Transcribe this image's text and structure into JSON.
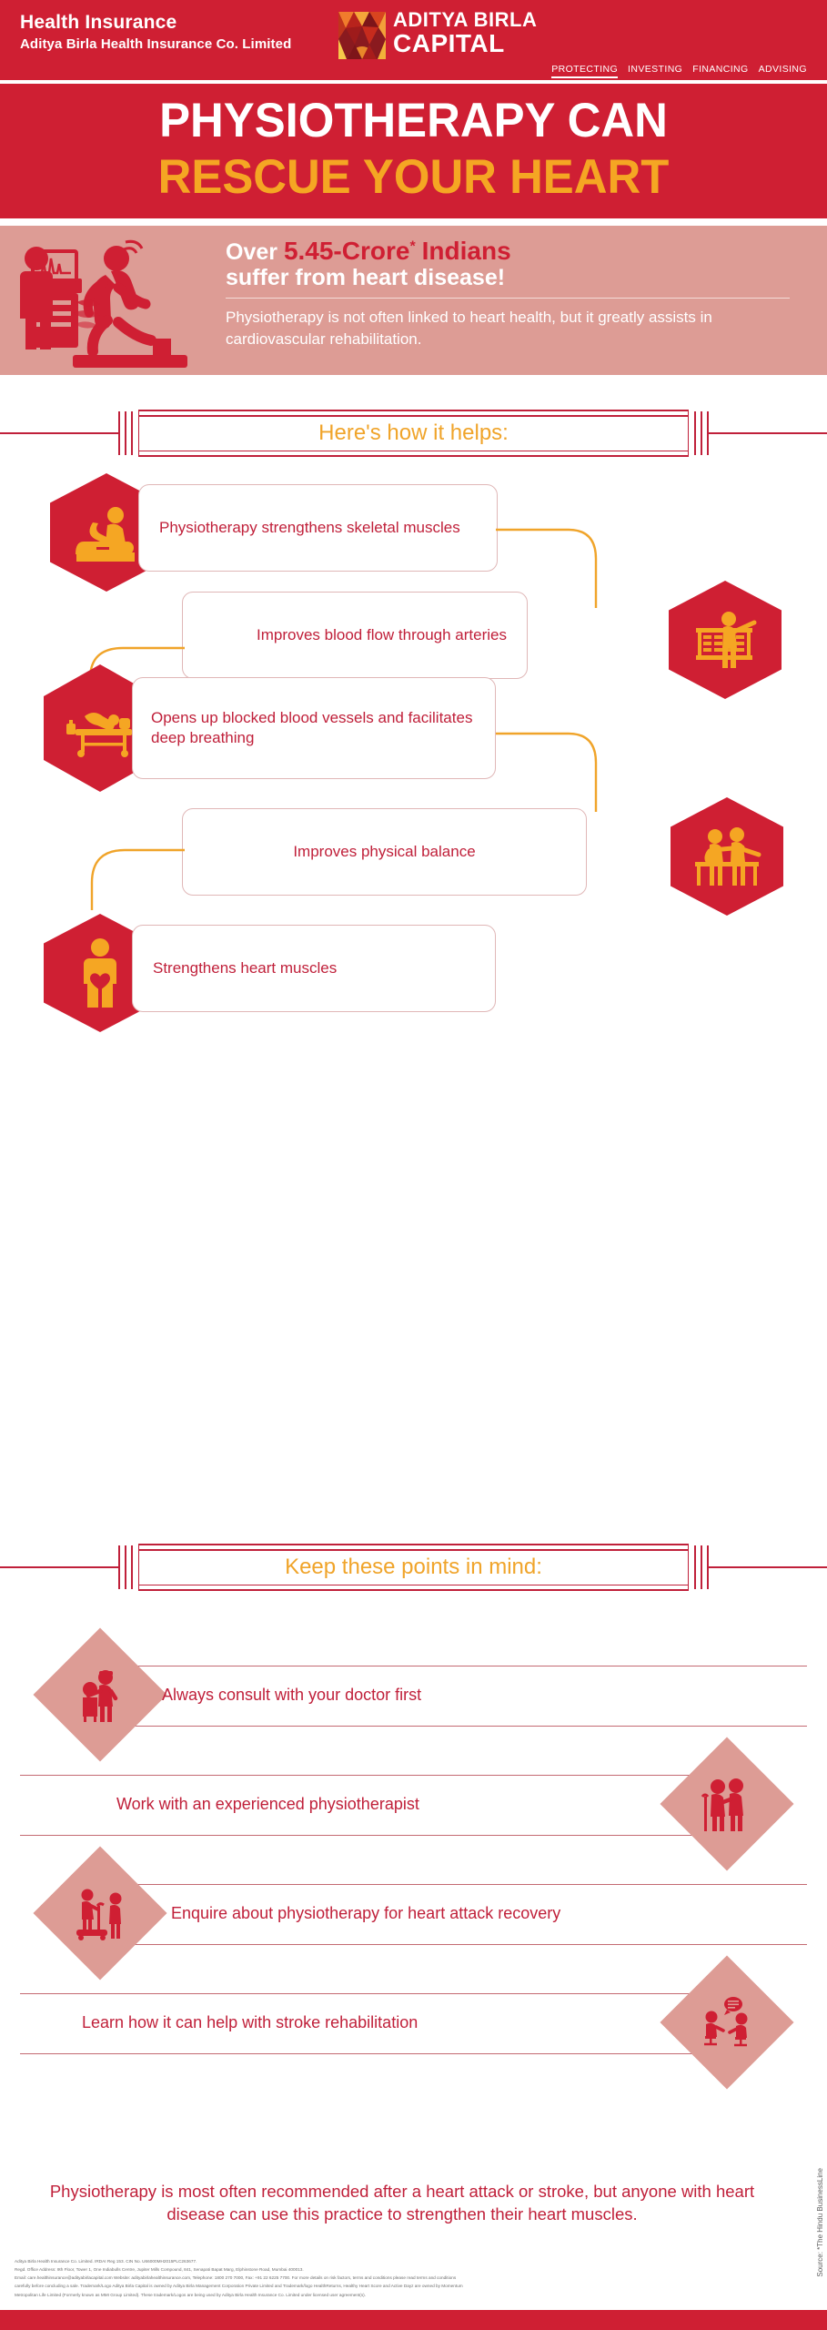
{
  "header": {
    "title": "Health Insurance",
    "subtitle": "Aditya Birla Health Insurance Co. Limited",
    "logo_line1": "ADITYA BIRLA",
    "logo_line2": "CAPITAL",
    "pillars": [
      "PROTECTING",
      "INVESTING",
      "FINANCING",
      "ADVISING"
    ]
  },
  "title": {
    "line1": "PHYSIOTHERAPY CAN",
    "line2": "RESCUE YOUR HEART"
  },
  "hero": {
    "stat_prefix": "Over",
    "stat_number": "5.45-Crore",
    "stat_star": "*",
    "stat_suffix": "Indians",
    "stat_line2": "suffer from heart disease!",
    "description": "Physiotherapy is not often linked to heart health, but it greatly assists in cardiovascular rehabilitation."
  },
  "sections": {
    "benefits_heading": "Here's how it helps:",
    "points_heading": "Keep these points in mind:"
  },
  "benefits": [
    {
      "text": "Physiotherapy strengthens skeletal muscles",
      "icon": "patient-on-table-icon",
      "side": "left"
    },
    {
      "text": "Improves blood flow through arteries",
      "icon": "person-parallel-bars-icon",
      "side": "right"
    },
    {
      "text": "Opens up blocked blood vessels and facilitates deep breathing",
      "icon": "therapy-bed-icon",
      "side": "left"
    },
    {
      "text": "Improves physical balance",
      "icon": "balance-support-icon",
      "side": "right"
    },
    {
      "text": "Strengthens heart muscles",
      "icon": "person-heart-icon",
      "side": "left"
    }
  ],
  "points": [
    {
      "text": "Always consult with your doctor first",
      "icon": "doctor-patient-icon",
      "side": "left"
    },
    {
      "text": "Work with an experienced physiotherapist",
      "icon": "therapist-walking-aid-icon",
      "side": "right"
    },
    {
      "text": "Enquire about physiotherapy for heart attack recovery",
      "icon": "treadmill-icon",
      "side": "left"
    },
    {
      "text": "Learn how it can help with stroke rehabilitation",
      "icon": "consultation-icon",
      "side": "right"
    }
  ],
  "conclusion": "Physiotherapy is most often recommended after a heart attack or stroke, but anyone with heart disease can use this practice to strengthen their heart muscles.",
  "fineprint": [
    "Aditya Birla Health Insurance Co. Limited. IRDAI Reg 153. CIN No. U66000MH2015PLC263677.",
    "Regd. Office Address: 9th Floor, Tower 1, One Indiabulls Centre, Jupiter Mills Compound, 841, Senapati Bapat Marg, Elphinstone Road, Mumbai 400013.",
    "Email: care.healthinsurance@adityabirlacapital.com Website: adityabirlahealthinsurance.com, Telephone: 1800 270 7000, Fax: +91 22 6225 7700. For more details on risk factors, terms and conditions please read terms and conditions",
    "carefully before concluding a sale. Trademark/Logo Aditya Birla Capital is owned by Aditya Birla Management Corporation Private Limited and Trademark/logo HealthReturns, Healthy Heart Score and Active Dayz are owned by Momentum",
    "Metropolitan Life Limited (Formerly known as MMI Group Limited). These trademark/Logos are being used by Aditya Birla Health Insurance Co. Limited under licensed user agreement(s)."
  ],
  "source_note": "Source: *The Hindu BusinessLine",
  "colors": {
    "brand_red": "#cf1f33",
    "deep_red": "#c0203a",
    "gold": "#f0a42a",
    "orange": "#f5a623",
    "hero_pink": "#dd9c95"
  }
}
